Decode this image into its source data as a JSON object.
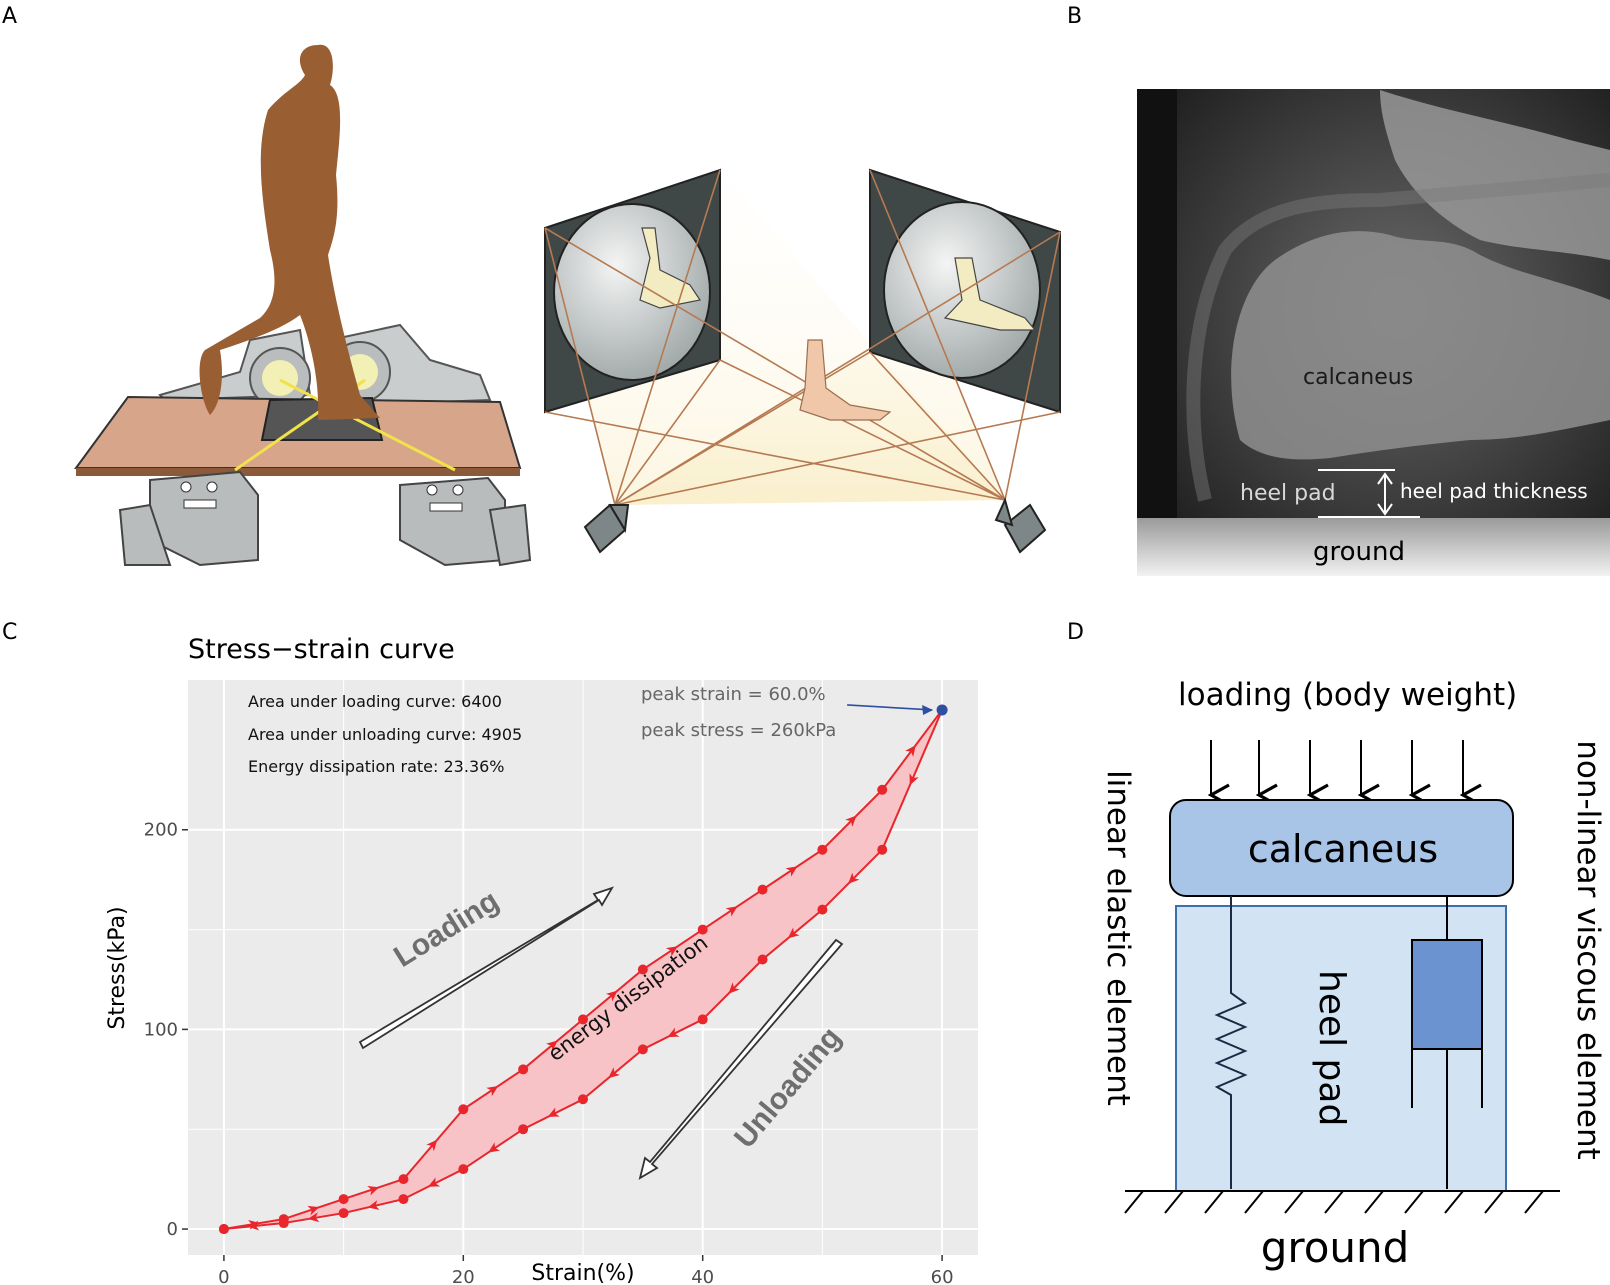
{
  "panels": {
    "a": "A",
    "b": "B",
    "c": "C",
    "d": "D"
  },
  "xray": {
    "calcaneus": "calcaneus",
    "heel_pad": "heel pad",
    "heel_pad_thickness": "heel pad thickness",
    "ground": "ground"
  },
  "model": {
    "loading": "loading (body weight)",
    "calcaneus": "calcaneus",
    "heel_pad": "heel pad",
    "left_element": "linear elastic element",
    "right_element": "non-linear viscous element",
    "ground": "ground"
  },
  "chart_data": {
    "type": "line",
    "title": "Stress−strain curve",
    "xlabel": "Strain(%)",
    "ylabel": "Stress(kPa)",
    "xlim": [
      -3,
      63
    ],
    "ylim": [
      -13,
      275
    ],
    "xticks": [
      0,
      20,
      40,
      60
    ],
    "yticks": [
      0,
      100,
      200
    ],
    "grid": true,
    "series": [
      {
        "name": "Loading",
        "x": [
          0,
          5,
          10,
          15,
          20,
          25,
          30,
          35,
          40,
          45,
          50,
          55,
          60
        ],
        "y": [
          0,
          5,
          15,
          25,
          60,
          80,
          105,
          130,
          150,
          170,
          190,
          220,
          260
        ]
      },
      {
        "name": "Unloading",
        "x": [
          0,
          5,
          10,
          15,
          20,
          25,
          30,
          35,
          40,
          45,
          50,
          55,
          60
        ],
        "y": [
          0,
          3,
          8,
          15,
          30,
          50,
          65,
          90,
          105,
          135,
          160,
          190,
          260
        ]
      }
    ],
    "peak": {
      "x": 60,
      "y": 260
    },
    "annotations": {
      "area_loading": "Area under loading curve: 6400",
      "area_unloading": "Area under unloading curve: 4905",
      "dissipation_rate": "Energy dissipation rate: 23.36%",
      "peak_strain": "peak strain = 60.0%",
      "peak_stress": "peak stress = 260kPa",
      "energy": "energy dissipation",
      "loading": "Loading",
      "unloading": "Unloading"
    }
  },
  "colors": {
    "curve": "#e8262c",
    "fill": "#f7c3c7",
    "panel_bg": "#ebebeb",
    "peak": "#2f4fa3",
    "pad": "#d2e3f3",
    "bone": "#a8c4e6",
    "damper": "#6b93cf"
  }
}
